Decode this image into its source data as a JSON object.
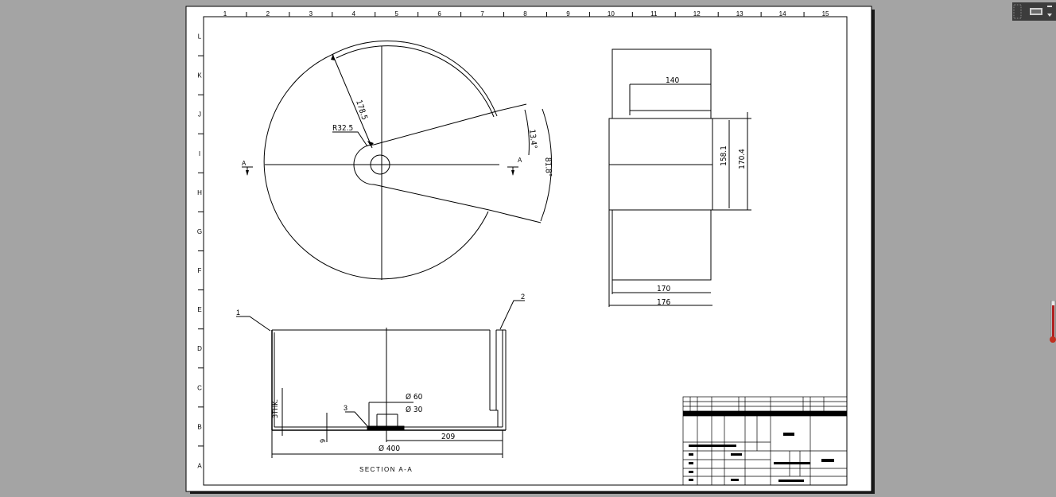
{
  "drawing": {
    "column_numbers": [
      "1",
      "2",
      "3",
      "4",
      "5",
      "6",
      "7",
      "8",
      "9",
      "10",
      "11",
      "12",
      "13",
      "14",
      "15"
    ],
    "row_letters": [
      "L",
      "K",
      "J",
      "I",
      "H",
      "G",
      "F",
      "E",
      "D",
      "C",
      "B",
      "A"
    ],
    "plan_view": {
      "dim_radius_outer": "178.5",
      "dim_radius_inner": "R32.5",
      "dim_angle": "13.4°",
      "dim_chord": "81.8°",
      "section_marker_left": "A",
      "section_marker_right": "A"
    },
    "side_view": {
      "dim_top": "140",
      "dim_inner_height": "158.1",
      "dim_outer_height": "170.4",
      "dim_bottom_inner": "170",
      "dim_bottom_outer": "176"
    },
    "section_view": {
      "balloon_1": "1",
      "balloon_2": "2",
      "balloon_3": "3",
      "dim_thickness": "3THK.",
      "dim_foot": "9",
      "dim_dia_60": "Ø 60",
      "dim_dia_30": "Ø 30",
      "dim_209": "209",
      "dim_dia_400": "Ø 400",
      "title": "SECTION A-A"
    }
  },
  "colors": {
    "background": "#a4a4a4",
    "sheet": "#ffffff",
    "line": "#000000"
  },
  "icons": {
    "toolbar": "keyboard-icon",
    "slider": "thermometer-slider-icon"
  }
}
